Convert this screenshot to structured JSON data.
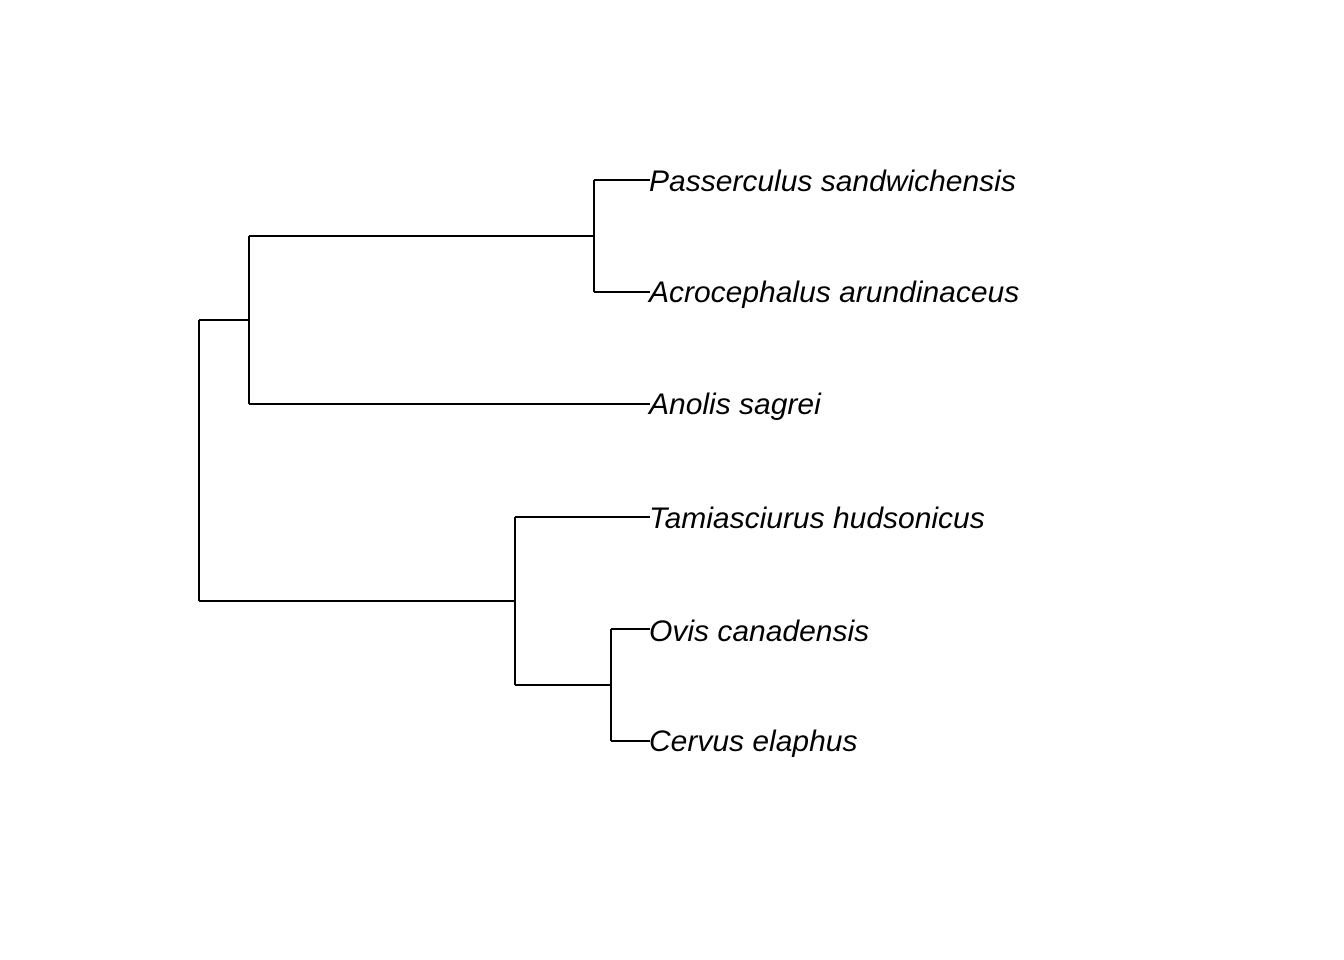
{
  "tree": {
    "tips": [
      {
        "id": "t1",
        "label": "Passerculus sandwichensis"
      },
      {
        "id": "t2",
        "label": "Acrocephalus arundinaceus"
      },
      {
        "id": "t3",
        "label": "Anolis sagrei"
      },
      {
        "id": "t4",
        "label": "Tamiasciurus hudsonicus"
      },
      {
        "id": "t5",
        "label": "Ovis canadensis"
      },
      {
        "id": "t6",
        "label": "Cervus elaphus"
      }
    ],
    "topology": [
      [
        [
          [
            "t1",
            "t2"
          ],
          "t3"
        ]
      ],
      [
        "t4",
        [
          "t5",
          "t6"
        ]
      ]
    ],
    "line_color": "#000000",
    "label_style": "italic"
  }
}
